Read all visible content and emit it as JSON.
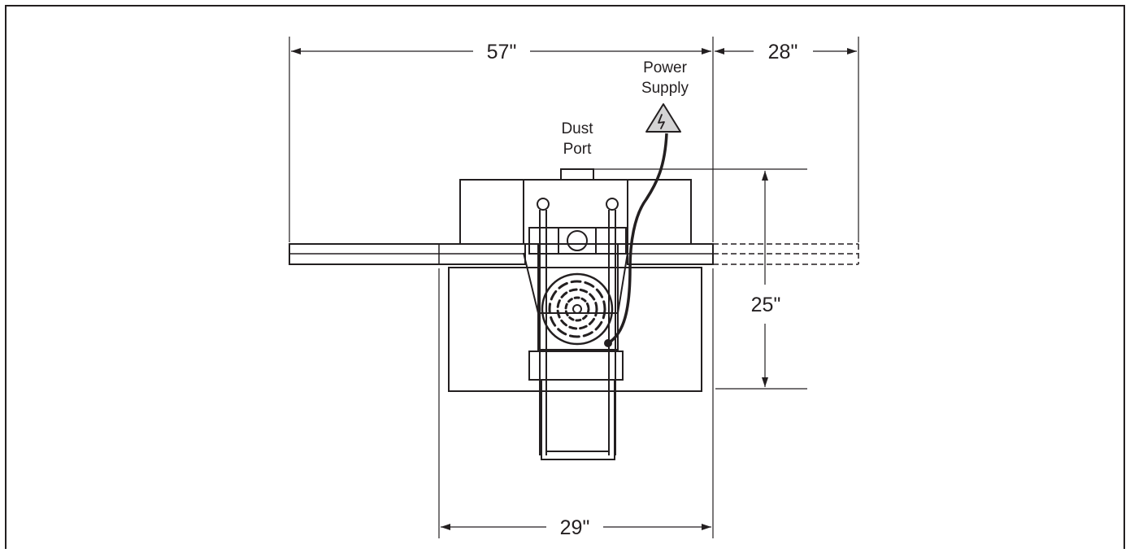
{
  "diagram": {
    "dimensions": {
      "table_length": "57\"",
      "extension_length": "28\"",
      "base_width": "29\"",
      "depth": "25\""
    },
    "labels": {
      "power_supply_line1": "Power",
      "power_supply_line2": "Supply",
      "dust_port_line1": "Dust",
      "dust_port_line2": "Port"
    },
    "colors": {
      "ink": "#231f20",
      "background": "#ffffff"
    },
    "icons": {
      "power_supply": "electrical-hazard-icon",
      "motor": "motor-vent-icon"
    }
  }
}
